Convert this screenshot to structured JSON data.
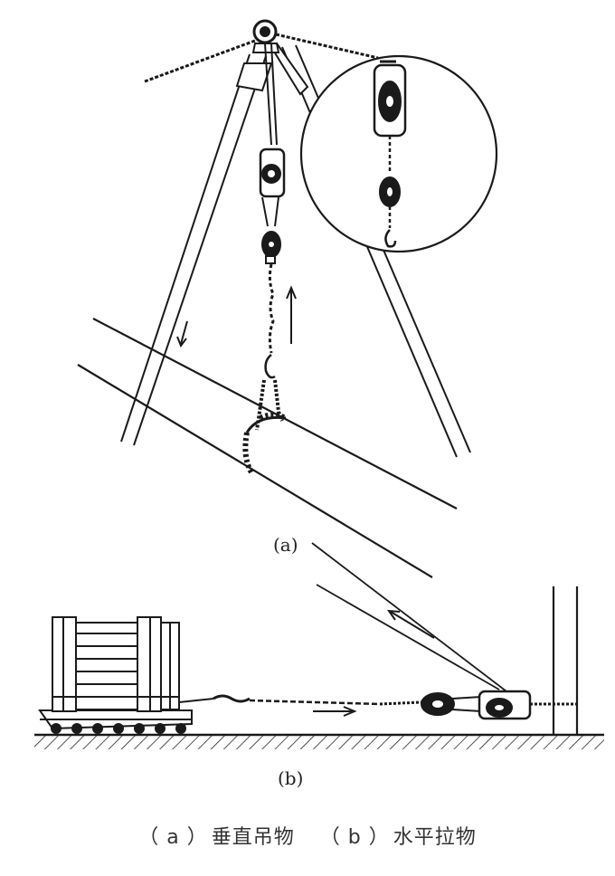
{
  "labels": {
    "part_a": "(a)",
    "part_b": "(b)"
  },
  "caption": {
    "a_marker": "（ a ）",
    "a_text": "垂直吊物",
    "b_marker": "（ b ）",
    "b_text": "水平拉物"
  },
  "colors": {
    "ink": "#1a1a1a",
    "paper": "#ffffff",
    "caption_text": "#333333"
  },
  "icons": [
    "tripod-frame",
    "chain-hoist",
    "pipe",
    "crate",
    "wall",
    "ground-hatch",
    "direction-arrow"
  ]
}
